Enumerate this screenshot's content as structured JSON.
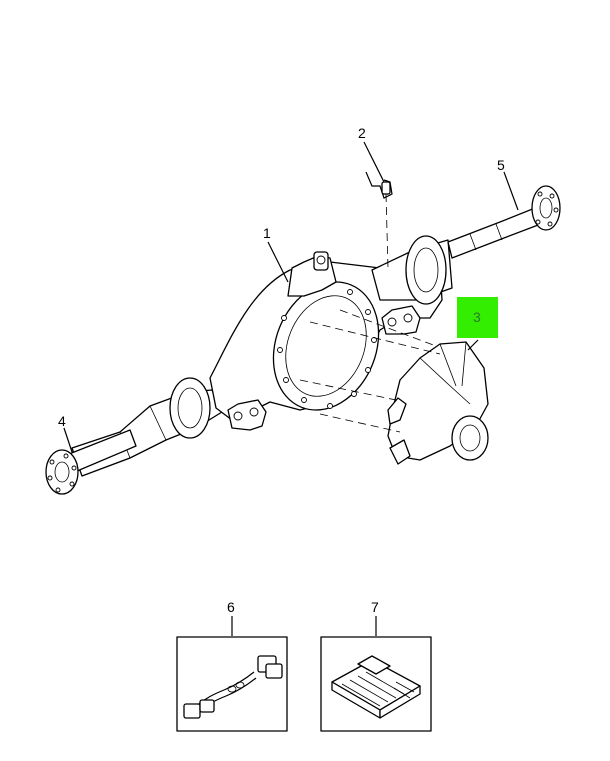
{
  "callouts": {
    "c1": "1",
    "c2": "2",
    "c3": "3",
    "c4": "4",
    "c5": "5",
    "c6": "6",
    "c7": "7"
  },
  "colors": {
    "highlight_fill": "#33ee00",
    "highlight_text": "#2a7a2a",
    "line": "#000000",
    "background": "#ffffff"
  }
}
